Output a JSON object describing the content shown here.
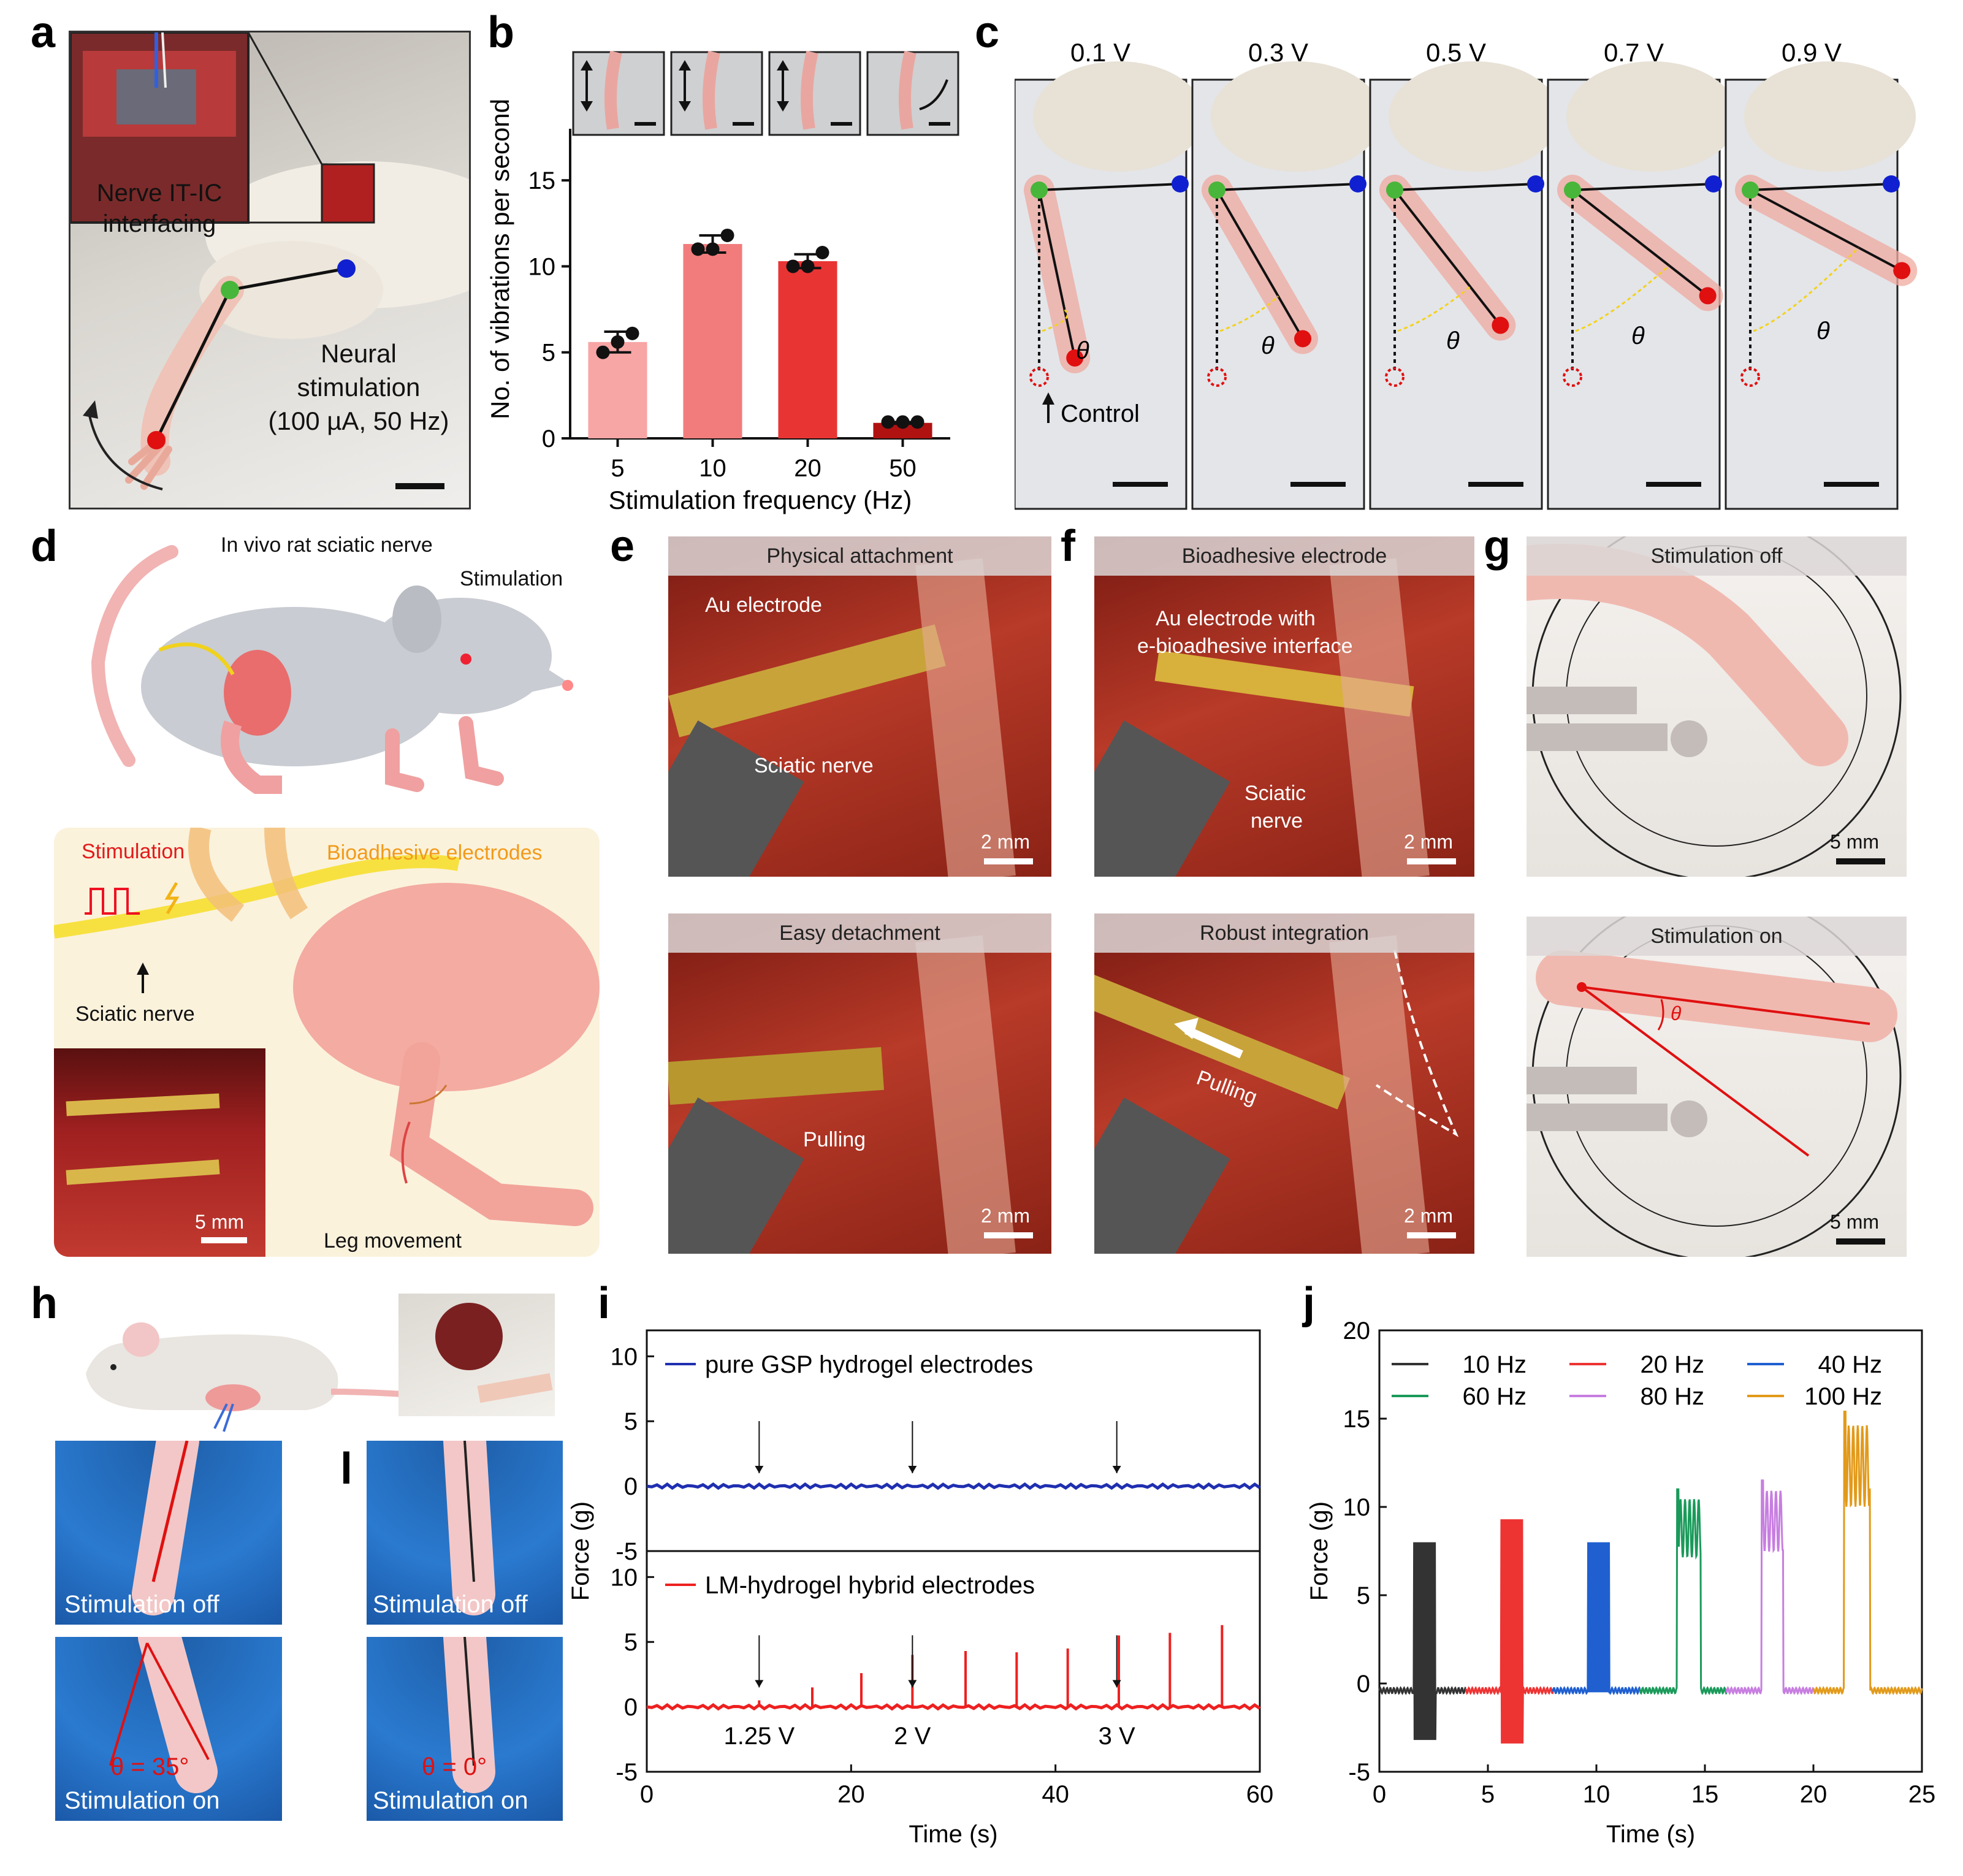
{
  "panels": {
    "a": {
      "letter": "a",
      "inset_label_1": "Nerve IT-IC",
      "inset_label_2": "interfacing",
      "text_1": "Neural",
      "text_2": "stimulation",
      "text_3": "(100 µA, 50 Hz)"
    },
    "b": {
      "letter": "b",
      "chart_data": {
        "type": "bar",
        "categories": [
          "5",
          "10",
          "20",
          "50"
        ],
        "values": [
          5.6,
          11.3,
          10.3,
          0.9
        ],
        "errors": [
          0.6,
          0.5,
          0.4,
          0.05
        ],
        "points": [
          [
            5.0,
            5.6,
            6.1
          ],
          [
            11.0,
            11.0,
            11.8
          ],
          [
            10.0,
            10.0,
            10.8
          ],
          [
            0.95,
            0.95,
            0.95
          ]
        ],
        "colors": [
          "#f8a5a5",
          "#f27c7c",
          "#e93434",
          "#b01212"
        ],
        "xlabel": "Stimulation frequency (Hz)",
        "ylabel": "No. of vibrations per second",
        "ylim": [
          0,
          18
        ],
        "yticks": [
          "0",
          "5",
          "10",
          "15"
        ]
      }
    },
    "c": {
      "letter": "c",
      "voltages": [
        "0.1 V",
        "0.3 V",
        "0.5 V",
        "0.7 V",
        "0.9 V"
      ],
      "theta": "θ",
      "control": "Control"
    },
    "d": {
      "letter": "d",
      "title_1": "In vivo rat sciatic nerve",
      "title_2": "Stimulation",
      "stimulation": "Stimulation",
      "bioadhesive": "Bioadhesive electrodes",
      "sciatic": "Sciatic nerve",
      "scale": "5 mm",
      "leg": "Leg movement"
    },
    "e": {
      "letter": "e",
      "top_header": "Physical attachment",
      "au": "Au electrode",
      "sciatic": "Sciatic nerve",
      "scale": "2 mm",
      "bottom_header": "Easy detachment",
      "pulling": "Pulling"
    },
    "f": {
      "letter": "f",
      "top_header": "Bioadhesive electrode",
      "au_1": "Au electrode with",
      "au_2": "e-bioadhesive interface",
      "sciatic_1": "Sciatic",
      "sciatic_2": "nerve",
      "scale": "2 mm",
      "bottom_header": "Robust integration",
      "pulling": "Pulling"
    },
    "g": {
      "letter": "g",
      "top_header": "Stimulation off",
      "bottom_header": "Stimulation on",
      "theta": "θ",
      "scale": "5 mm"
    },
    "h": {
      "letter": "h",
      "off": "Stimulation off",
      "on": "Stimulation on",
      "theta_label": "θ = 35°"
    },
    "l": {
      "letter": "l",
      "off": "Stimulation off",
      "on": "Stimulation on",
      "theta_label": "θ = 0°"
    },
    "i": {
      "letter": "i",
      "chart_data": {
        "type": "line",
        "xlabel": "Time (s)",
        "ylabel": "Force (g)",
        "xlim": [
          0,
          60
        ],
        "xticks": [
          "0",
          "20",
          "40",
          "60"
        ],
        "top": {
          "series_name": "pure GSP hydrogel electrodes",
          "ylim": [
            -5,
            12
          ],
          "yticks": [
            "-5",
            "0",
            "5",
            "10"
          ],
          "baseline": 0,
          "arrows_x": [
            11,
            26,
            46
          ]
        },
        "bottom": {
          "series_name": "LM-hydrogel hybrid electrodes",
          "ylim": [
            -5,
            12
          ],
          "yticks": [
            "-5",
            "0",
            "5",
            "10"
          ],
          "baseline": 0,
          "spikes": [
            [
              11,
              0.5
            ],
            [
              16.2,
              1.5
            ],
            [
              21,
              2.6
            ],
            [
              26,
              4
            ],
            [
              31.2,
              4.3
            ],
            [
              36.2,
              4.2
            ],
            [
              41.2,
              4.5
            ],
            [
              46.2,
              5.5
            ],
            [
              51.2,
              5.7
            ],
            [
              56.3,
              6.3
            ]
          ],
          "arrows_x": [
            11,
            26,
            46
          ],
          "annotations": [
            {
              "x": 11,
              "text": "1.25 V"
            },
            {
              "x": 26,
              "text": "2 V"
            },
            {
              "x": 46,
              "text": "3 V"
            }
          ]
        }
      }
    },
    "j": {
      "letter": "j",
      "chart_data": {
        "type": "line",
        "xlabel": "Time (s)",
        "ylabel": "Force (g)",
        "xlim": [
          0,
          25
        ],
        "ylim": [
          -5,
          20
        ],
        "xticks": [
          "0",
          "5",
          "10",
          "15",
          "20",
          "25"
        ],
        "yticks": [
          "-5",
          "0",
          "5",
          "10",
          "15",
          "20"
        ],
        "series": [
          {
            "name": "10 Hz",
            "color": "#333333",
            "x_range": [
              0,
              4
            ],
            "burst": [
              1.6,
              2.6
            ],
            "burst_low": -3.2,
            "burst_high": 8.0,
            "shape": "oscillate"
          },
          {
            "name": "20 Hz",
            "color": "#ee3333",
            "x_range": [
              4,
              8
            ],
            "burst": [
              5.6,
              6.6
            ],
            "burst_low": -3.4,
            "burst_high": 9.3,
            "shape": "oscillate"
          },
          {
            "name": "40 Hz",
            "color": "#1f5fd0",
            "x_range": [
              8,
              12
            ],
            "burst": [
              9.6,
              10.6
            ],
            "burst_low": -0.5,
            "burst_high": 8.0,
            "shape": "oscillate"
          },
          {
            "name": "60 Hz",
            "color": "#1a9a5a",
            "x_range": [
              12,
              16
            ],
            "burst": [
              13.7,
              14.8
            ],
            "burst_low": 0,
            "burst_high": 11.0,
            "shape": "plateau"
          },
          {
            "name": "80 Hz",
            "color": "#c77ee0",
            "x_range": [
              16,
              20
            ],
            "burst": [
              17.6,
              18.6
            ],
            "burst_low": 0,
            "burst_high": 11.5,
            "shape": "plateau"
          },
          {
            "name": "100 Hz",
            "color": "#e29a1a",
            "x_range": [
              20,
              25
            ],
            "burst": [
              21.4,
              22.6
            ],
            "burst_low": 0,
            "burst_high": 15.4,
            "shape": "plateau"
          }
        ]
      }
    }
  }
}
